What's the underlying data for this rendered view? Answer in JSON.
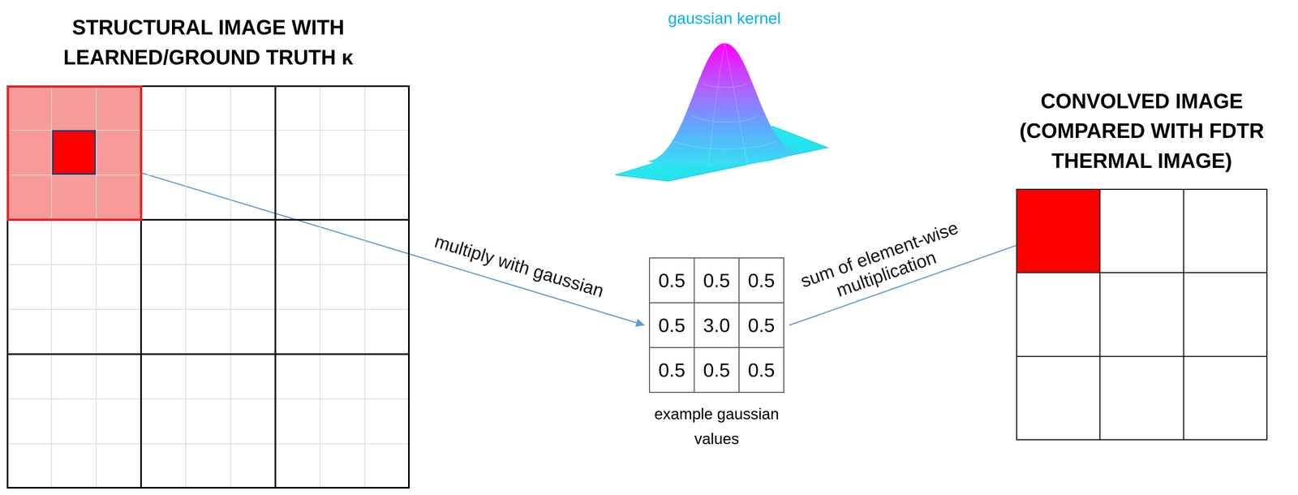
{
  "diagram": {
    "nodes": [
      {
        "text": [
          "STRUCTURAL IMAGE WITH LEARNED/GROUND TRUTH κ"
        ]
      },
      {
        "text": [
          "example gaussian values"
        ]
      },
      {
        "text": [
          "CONVOLVED IMAGE (COMPARED WITH FDTR THERMAL IMAGE)"
        ]
      }
    ],
    "edges": [
      {
        "from": 0,
        "to": 1,
        "arrow": "to",
        "label": "multiply with gaussian"
      },
      {
        "from": 1,
        "to": 2,
        "arrow": "to",
        "label": "sum of element-wise multiplication"
      }
    ],
    "labels": [
      "gaussian kernel",
      "0.5",
      "0.5",
      "0.5",
      "0.5",
      "3.0",
      "0.5",
      "0.5",
      "0.5",
      "0.5"
    ]
  }
}
